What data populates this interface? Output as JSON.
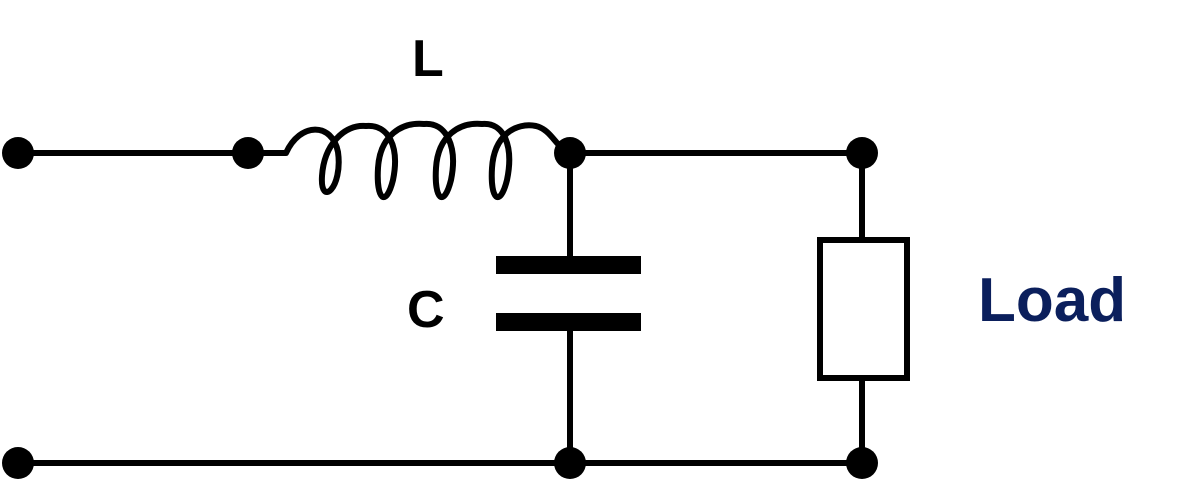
{
  "labels": {
    "inductor": "L",
    "capacitor": "C",
    "load": "Load"
  },
  "colors": {
    "wire": "#000000",
    "label": "#000000",
    "load_label": "#0b1f5c"
  },
  "components": [
    {
      "type": "inductor",
      "label": "L"
    },
    {
      "type": "capacitor",
      "label": "C"
    },
    {
      "type": "resistor-load",
      "label": "Load"
    }
  ]
}
